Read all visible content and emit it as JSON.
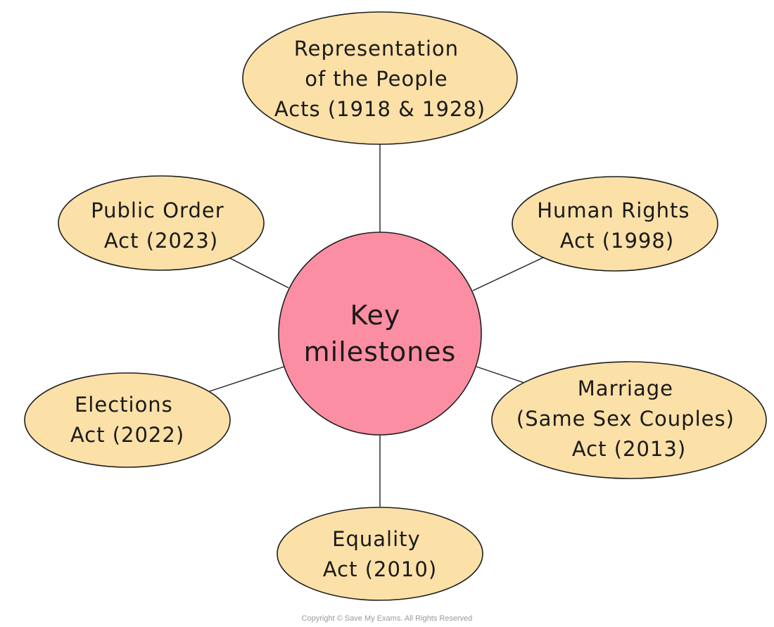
{
  "center": {
    "lines": [
      "Key",
      "milestones"
    ],
    "color": "#fc8ea3"
  },
  "milestones": [
    {
      "id": "representation-of-the-people-acts",
      "lines": [
        "Representation",
        "of the People",
        "Acts (1918 & 1928)"
      ]
    },
    {
      "id": "human-rights-act",
      "lines": [
        "Human Rights",
        "Act (1998)"
      ]
    },
    {
      "id": "marriage-same-sex-couples-act",
      "lines": [
        "Marriage",
        "(Same Sex Couples)",
        "Act (2013)"
      ]
    },
    {
      "id": "equality-act",
      "lines": [
        "Equality",
        "Act (2010)"
      ]
    },
    {
      "id": "elections-act",
      "lines": [
        "Elections",
        "Act (2022)"
      ]
    },
    {
      "id": "public-order-act",
      "lines": [
        "Public Order",
        "Act (2023)"
      ]
    }
  ],
  "colors": {
    "milestone_fill": "#fbe0a8",
    "outline": "#1f1f1f"
  },
  "copyright": "Copyright © Save My Exams. All Rights Reserved"
}
